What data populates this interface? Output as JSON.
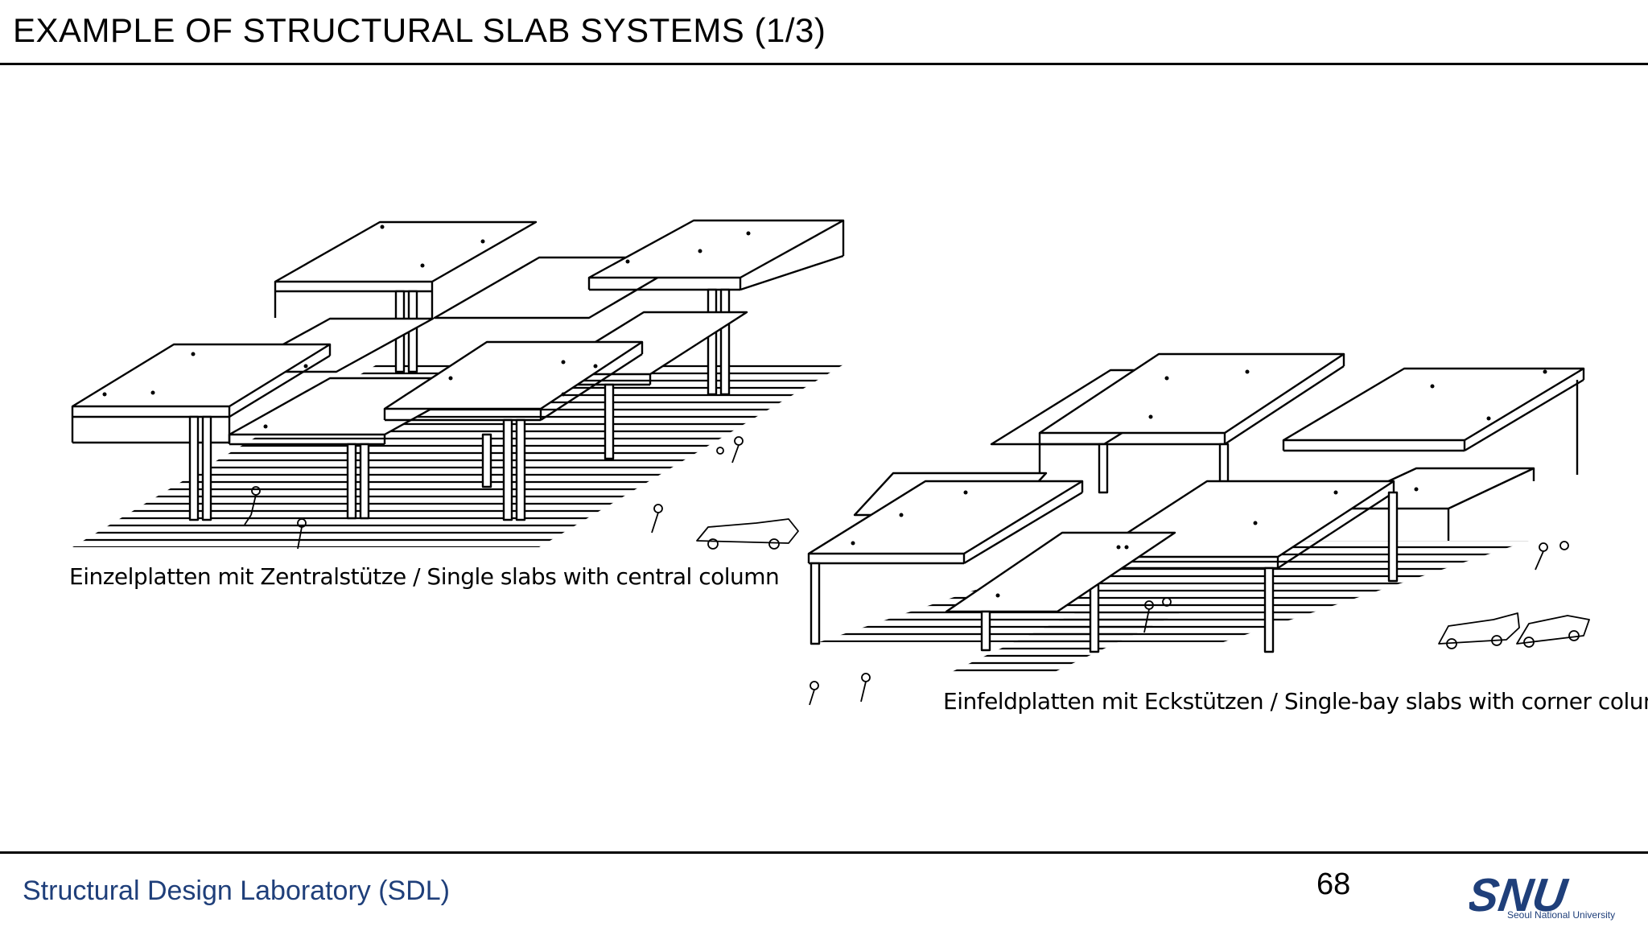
{
  "slide": {
    "title": "EXAMPLE OF STRUCTURAL SLAB SYSTEMS (1/3)",
    "footer_lab": "Structural Design Laboratory (SDL)",
    "page_number": "68"
  },
  "figures": {
    "left_caption": "Einzelplatten mit Zentralstütze  /  Single slabs with central column",
    "right_caption": "Einfeldplatten mit Eckstützen  /  Single-bay slabs with corner columns"
  },
  "logo": {
    "mark": "SNU",
    "subtitle": "Seoul National University",
    "color": "#1f3f7a"
  }
}
